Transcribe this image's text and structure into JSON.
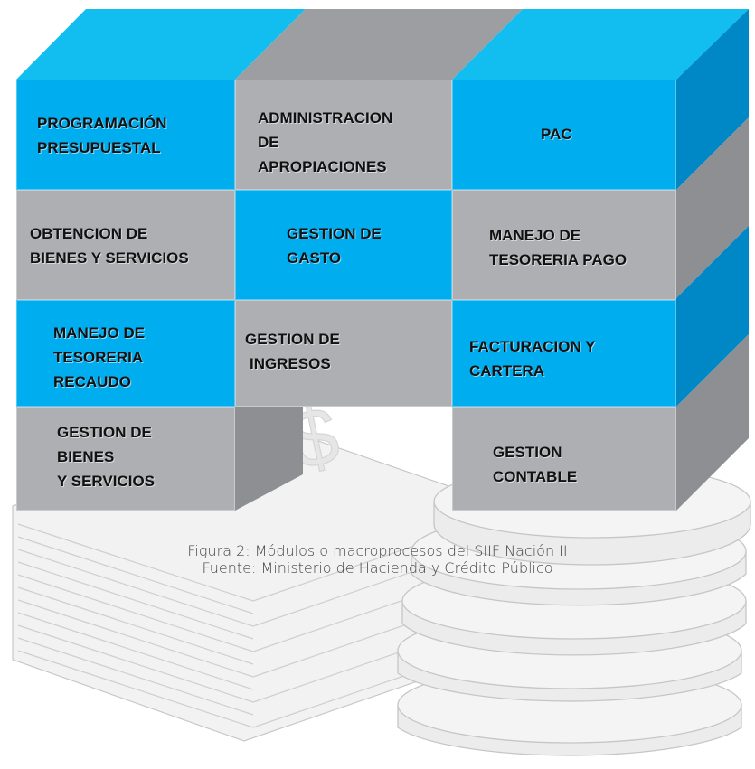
{
  "modules": [
    [
      "PROGRAMACIÓN",
      "PRESUPUESTAL"
    ],
    [
      "ADMINISTRACION",
      "DE",
      "APROPIACIONES"
    ],
    [
      "PAC"
    ],
    [
      "OBTENCION DE",
      "BIENES Y SERVICIOS"
    ],
    [
      "GESTION DE",
      "GASTO"
    ],
    [
      "MANEJO DE",
      "TESORERIA PAGO"
    ],
    [
      "MANEJO DE",
      "TESORERIA",
      "RECAUDO"
    ],
    [
      "GESTION DE",
      "INGRESOS"
    ],
    [
      "FACTURACION Y",
      "CARTERA"
    ],
    [
      "GESTION DE",
      "BIENES",
      "Y SERVICIOS"
    ],
    [
      "GESTION",
      "CONTABLE"
    ]
  ],
  "caption": {
    "line1": "Figura 2: Módulos o macroprocesos del SIIF Nación II",
    "line2": "Fuente: Ministerio de Hacienda y Crédito Público"
  },
  "colors": {
    "blue": "#00adef",
    "blue_top": "#12bdf0",
    "blue_side": "#0088c6",
    "gray": "#aeafb3",
    "gray_top": "#9d9ea2",
    "gray_side": "#8e8f93"
  }
}
